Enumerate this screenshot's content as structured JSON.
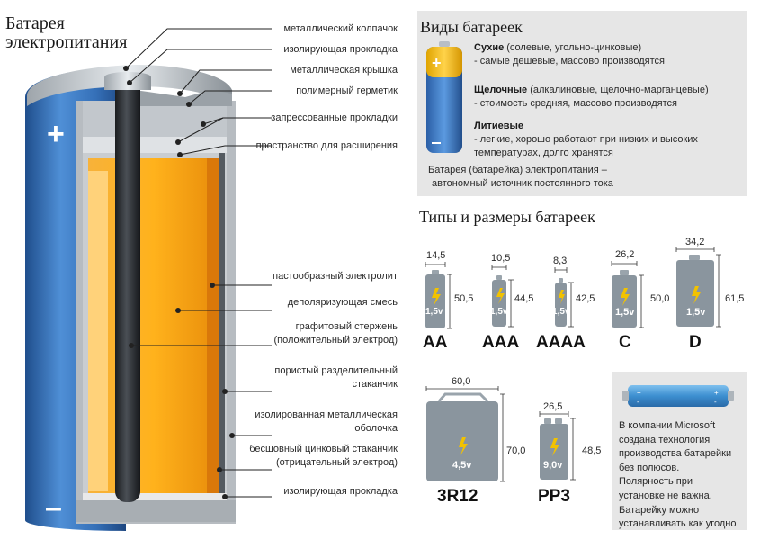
{
  "title": "Батарея электропитания",
  "part_labels": [
    "металлический колпачок",
    "изолирующая прокладка",
    "металлическая крышка",
    "полимерный герметик",
    "запрессованные прокладки",
    "пространство для расширения",
    "пастообразный электролит",
    "деполяризующая смесь",
    "графитовый стержень (положительный электрод)",
    "пористый разделительный стаканчик",
    "изолированная металлическая оболочка",
    "бесшовный цинковый стаканчик (отрицательный электрод)",
    "изолирующая прокладка"
  ],
  "part_label_lines": [
    [
      "металлический колпачок"
    ],
    [
      "изолирующая прокладка"
    ],
    [
      "металлическая крышка"
    ],
    [
      "полимерный герметик"
    ],
    [
      "запрессованные прокладки"
    ],
    [
      "пространство для расширения"
    ],
    [
      "пастообразный электролит"
    ],
    [
      "деполяризующая смесь"
    ],
    [
      "графитовый стержень",
      "(положительный электрод)"
    ],
    [
      "пористый разделительный",
      "стаканчик"
    ],
    [
      "изолированная металлическая",
      "оболочка"
    ],
    [
      "бесшовный цинковый стаканчик",
      "(отрицательный электрод)"
    ],
    [
      "изолирующая прокладка"
    ]
  ],
  "battery_signs": {
    "plus": "+",
    "minus": "–"
  },
  "types_panel": {
    "title": "Виды батареек",
    "types": [
      {
        "name": "Сухие",
        "detail": " (солевые, угольно-цинковые)",
        "desc": "- самые дешевые, массово производятся"
      },
      {
        "name": "Щелочные",
        "detail": " (алкалиновые, щелочно-марганцевые)",
        "desc": "- стоимость средняя, массово производятся"
      },
      {
        "name": "Литиевые",
        "detail": "",
        "desc": "- легкие, хорошо работают при низких и высоких температурах, долго хранятся"
      }
    ],
    "definition": "Батарея (батарейка) электропитания – автономный источник постоянного тока",
    "definition_lines": [
      "Батарея (батарейка) электропитания –",
      "автономный источник постоянного тока"
    ]
  },
  "sizes": {
    "title": "Типы и размеры батареек",
    "batteries": [
      {
        "name": "AA",
        "width": "14,5",
        "height": "50,5",
        "voltage": "1,5v"
      },
      {
        "name": "AAA",
        "width": "10,5",
        "height": "44,5",
        "voltage": "1,5v"
      },
      {
        "name": "AAAA",
        "width": "8,3",
        "height": "42,5",
        "voltage": "1,5v"
      },
      {
        "name": "C",
        "width": "26,2",
        "height": "50,0",
        "voltage": "1,5v"
      },
      {
        "name": "D",
        "width": "34,2",
        "height": "61,5",
        "voltage": "1,5v"
      },
      {
        "name": "3R12",
        "width": "60,0",
        "height": "70,0",
        "voltage": "4,5v"
      },
      {
        "name": "PP3",
        "width": "26,5",
        "height": "48,5",
        "voltage": "9,0v"
      }
    ]
  },
  "microsoft_note": {
    "text": "В компании Microsoft создана технология производства батарейки без полюсов. Полярность при установке не важна. Батарейку можно устанавливать как угодно",
    "lines": [
      "В компании Microsoft",
      "создана технология",
      "производства батарейки",
      "без полюсов.",
      "Полярность при",
      "установке не важна.",
      "Батарейку можно",
      "устанавливать как угодно"
    ],
    "pole_marks": {
      "plus": "+",
      "minus": "-"
    }
  },
  "colors": {
    "battery_blue": "#3a72b8",
    "filling_orange": "#f5a11a",
    "rod_dark": "#2f3236",
    "panel_gray": "#e6e6e6",
    "small_battery_gray": "#8a959e",
    "bolt_yellow": "#f2c200",
    "label_line": "#222222"
  }
}
